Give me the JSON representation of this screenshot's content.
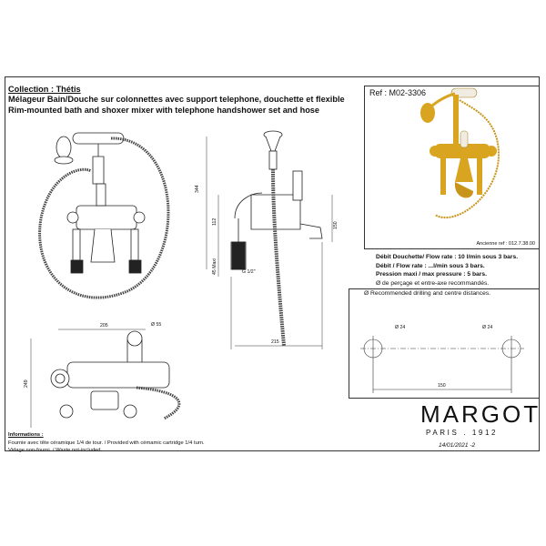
{
  "header": {
    "collection": "Collection : Thétis",
    "title_fr": "Mélageur Bain/Douche sur colonnettes avec support telephone, douchette et flexible",
    "title_en": "Rim-mounted bath and shoxer mixer with telephone handshower set and hose"
  },
  "reference": {
    "ref": "Ref : M02-3306",
    "former_ref": "Ancienne ref : 012.7.38.00"
  },
  "specs": {
    "handshower_flow": "Débit Douchette/ Flow rate : 10 l/min sous 3 bars.",
    "flow_rate": "Débit / Flow rate : ...l/min sous 3 bars.",
    "max_pressure": "Pression maxi / max pressure : 5 bars.",
    "drilling_fr": "Ø de perçage et entre-axe recommandés.",
    "drilling_en": "Ø Recommended drilling and centre distances."
  },
  "dimensions": {
    "side_height": "344",
    "side_112": "112",
    "side_45": "45 Maxi",
    "side_g": "G 1/2\"",
    "side_150": "150",
    "side_215": "215",
    "top_205": "205",
    "top_d55": "Ø 55",
    "top_249": "249",
    "drill_d1": "Ø 24",
    "drill_d2": "Ø 24",
    "drill_150": "150"
  },
  "brand": {
    "name": "MARGOT",
    "tagline": "PARIS . 1912",
    "date": "14/01/2021 -2"
  },
  "info": {
    "title": "Informations :",
    "line1": "Fournie avec tête céramique 1/4 de tour. / Provided with cémamic cartridge 1/4 turn.",
    "line2": "Vidage non-fourni. / Waste not-included."
  },
  "colors": {
    "gold": "#d9a520",
    "line": "#222222",
    "dimension": "#333333"
  }
}
